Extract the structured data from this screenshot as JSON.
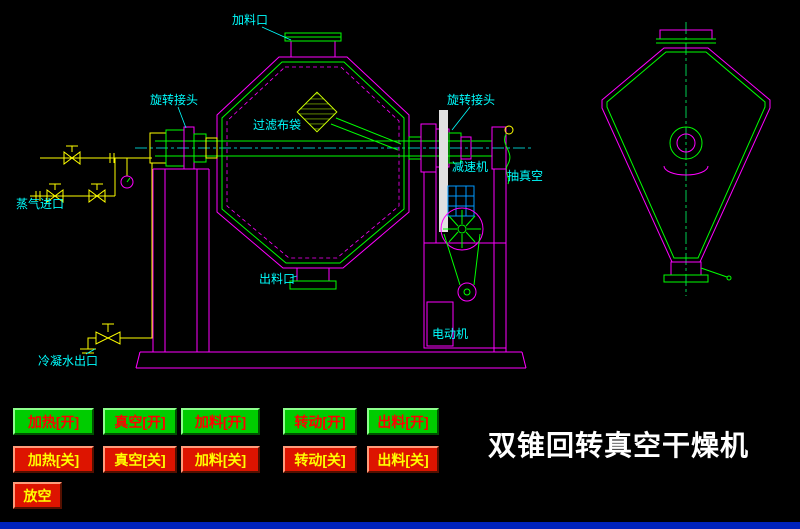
{
  "title": "双锥回转真空干燥机",
  "labels": {
    "feed_port": "加料口",
    "rotary_joint_left": "旋转接头",
    "rotary_joint_right": "旋转接头",
    "filter_bag": "过滤布袋",
    "reducer": "减速机",
    "vacuum": "抽真空",
    "steam_inlet": "蒸气进口",
    "discharge_port": "出料口",
    "motor": "电动机",
    "condensate_outlet": "冷凝水出口"
  },
  "buttons": {
    "on": [
      {
        "id": "heat-on",
        "label": "加热[开]"
      },
      {
        "id": "vacuum-on",
        "label": "真空[开]"
      },
      {
        "id": "feed-on",
        "label": "加料[开]"
      },
      {
        "id": "rotate-on",
        "label": "转动[开]"
      },
      {
        "id": "discharge-on",
        "label": "出料[开]"
      }
    ],
    "off": [
      {
        "id": "heat-off",
        "label": "加热[关]"
      },
      {
        "id": "vacuum-off",
        "label": "真空[关]"
      },
      {
        "id": "feed-off",
        "label": "加料[关]"
      },
      {
        "id": "rotate-off",
        "label": "转动[关]"
      },
      {
        "id": "discharge-off",
        "label": "出料[关]"
      }
    ],
    "vent": {
      "id": "vent",
      "label": "放空"
    }
  },
  "colors": {
    "background": "#000000",
    "line_magenta": "#ff00ff",
    "line_green": "#00ff00",
    "line_cyan": "#00ffff",
    "line_yellow": "#ffff00",
    "reducer_blue": "#0099ff",
    "button_on_bg": "#00cc00",
    "button_on_text": "#ff0000",
    "button_off_bg": "#dd1400",
    "button_off_text": "#ffff00",
    "title_color": "#ffffff",
    "bottom_bar_blue": "#0022bb"
  }
}
